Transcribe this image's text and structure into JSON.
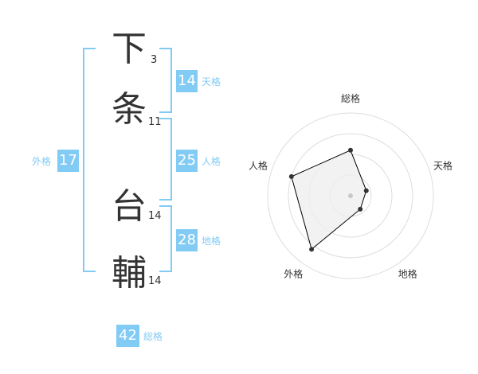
{
  "name": [
    {
      "char": "下",
      "strokes": "3"
    },
    {
      "char": "条",
      "strokes": "11"
    },
    {
      "char": "台",
      "strokes": "14"
    },
    {
      "char": "輔",
      "strokes": "14"
    }
  ],
  "kaku": {
    "tenkaku": {
      "value": "14",
      "label": "天格"
    },
    "jinkaku": {
      "value": "25",
      "label": "人格"
    },
    "chikaku": {
      "value": "28",
      "label": "地格"
    },
    "gaikaku": {
      "value": "17",
      "label": "外格"
    },
    "soukaku": {
      "value": "42",
      "label": "総格"
    }
  },
  "radar": {
    "axes": [
      "総格",
      "天格",
      "地格",
      "外格",
      "人格"
    ],
    "levels": 4,
    "values": [
      0.55,
      0.2,
      0.2,
      0.8,
      0.75
    ],
    "colors": {
      "fill": "#efefef",
      "line": "#000000",
      "grid": "#dddddd",
      "point": "#333333"
    }
  },
  "colors": {
    "accent": "#82cbf5"
  }
}
